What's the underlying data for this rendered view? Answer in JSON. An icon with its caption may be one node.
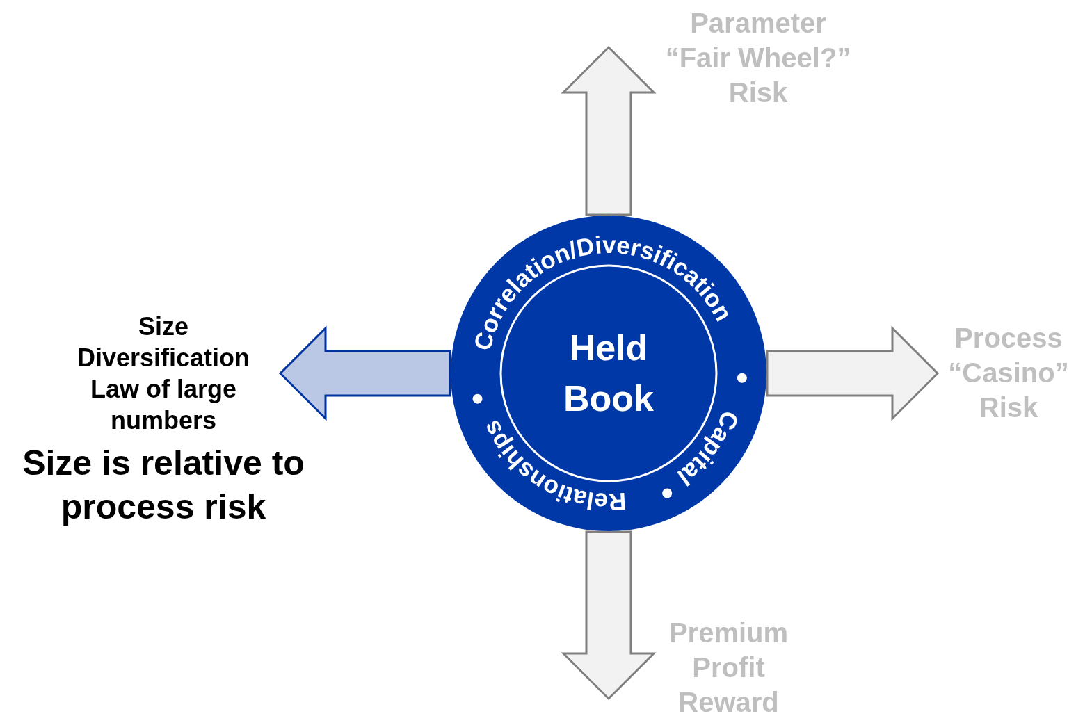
{
  "diagram": {
    "nodes": [
      {
        "text": [
          "Correlation/Diversification",
          "Relationships",
          "Capital"
        ]
      },
      {
        "text": [
          "Held Book"
        ],
        "in": 0
      },
      {
        "text": [
          "Parameter “Fair Wheel?” Risk"
        ]
      },
      {
        "text": [
          "Process “Casino” Risk"
        ]
      },
      {
        "text": [
          "Premium Profit Reward"
        ]
      },
      {
        "text": [
          "Size Diversification Law of large numbers",
          "Size is relative to process risk"
        ]
      }
    ],
    "edges": [
      {
        "from": 0,
        "to": 2,
        "arrow": "to"
      },
      {
        "from": 0,
        "to": 3,
        "arrow": "to"
      },
      {
        "from": 0,
        "to": 4,
        "arrow": "to"
      },
      {
        "from": 0,
        "to": 5,
        "arrow": "to",
        "color": "#0033a0"
      }
    ]
  }
}
